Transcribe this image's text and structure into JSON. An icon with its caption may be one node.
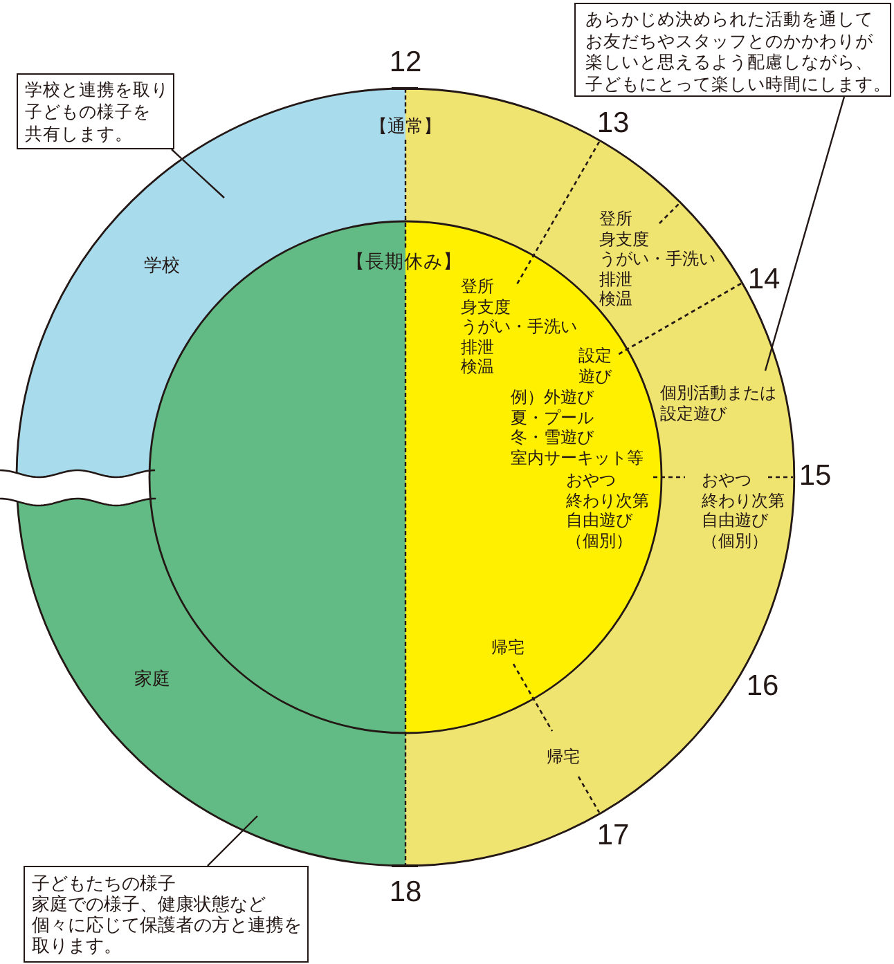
{
  "diagram": {
    "nodes": [
      {
        "text": [
          "学校と連携を取り子どもの様子を共有します。"
        ]
      },
      {
        "text": [
          "あらかじめ決められた活動を通してお友だちやスタッフとのかかわりが楽しいと思えるよう配慮しながら、子どもにとって楽しい時間にします。"
        ]
      },
      {
        "text": [
          "学校"
        ]
      },
      {
        "text": [
          "登所",
          "身支度",
          "うがい・手洗い",
          "排泄",
          "検温",
          "個別活動または設定遊び",
          "おやつ",
          "終わり次第自由遊び（個別）",
          "帰宅"
        ]
      },
      {
        "text": [
          "登所",
          "身支度",
          "うがい・手洗い",
          "排泄",
          "検温",
          "設定遊び",
          "例）外遊び",
          "夏・プール",
          "冬・雪遊び",
          "室内サーキット等",
          "おやつ",
          "終わり次第自由遊び（個別）",
          "帰宅"
        ]
      },
      {
        "text": [
          "家庭"
        ]
      },
      {
        "text": [
          "子どもたちの様子家庭での様子、健康状態など個々に応じて保護者の方と連携を取ります。"
        ]
      }
    ],
    "edges": [
      {
        "from": 0,
        "to": 2,
        "arrow": "none"
      },
      {
        "from": 1,
        "to": 3,
        "arrow": "none"
      },
      {
        "from": 6,
        "to": 5,
        "arrow": "none"
      }
    ],
    "labels": [
      "12",
      "13",
      "【通常】",
      "【長期休み】",
      "14",
      "15",
      "16",
      "17",
      "18"
    ]
  }
}
